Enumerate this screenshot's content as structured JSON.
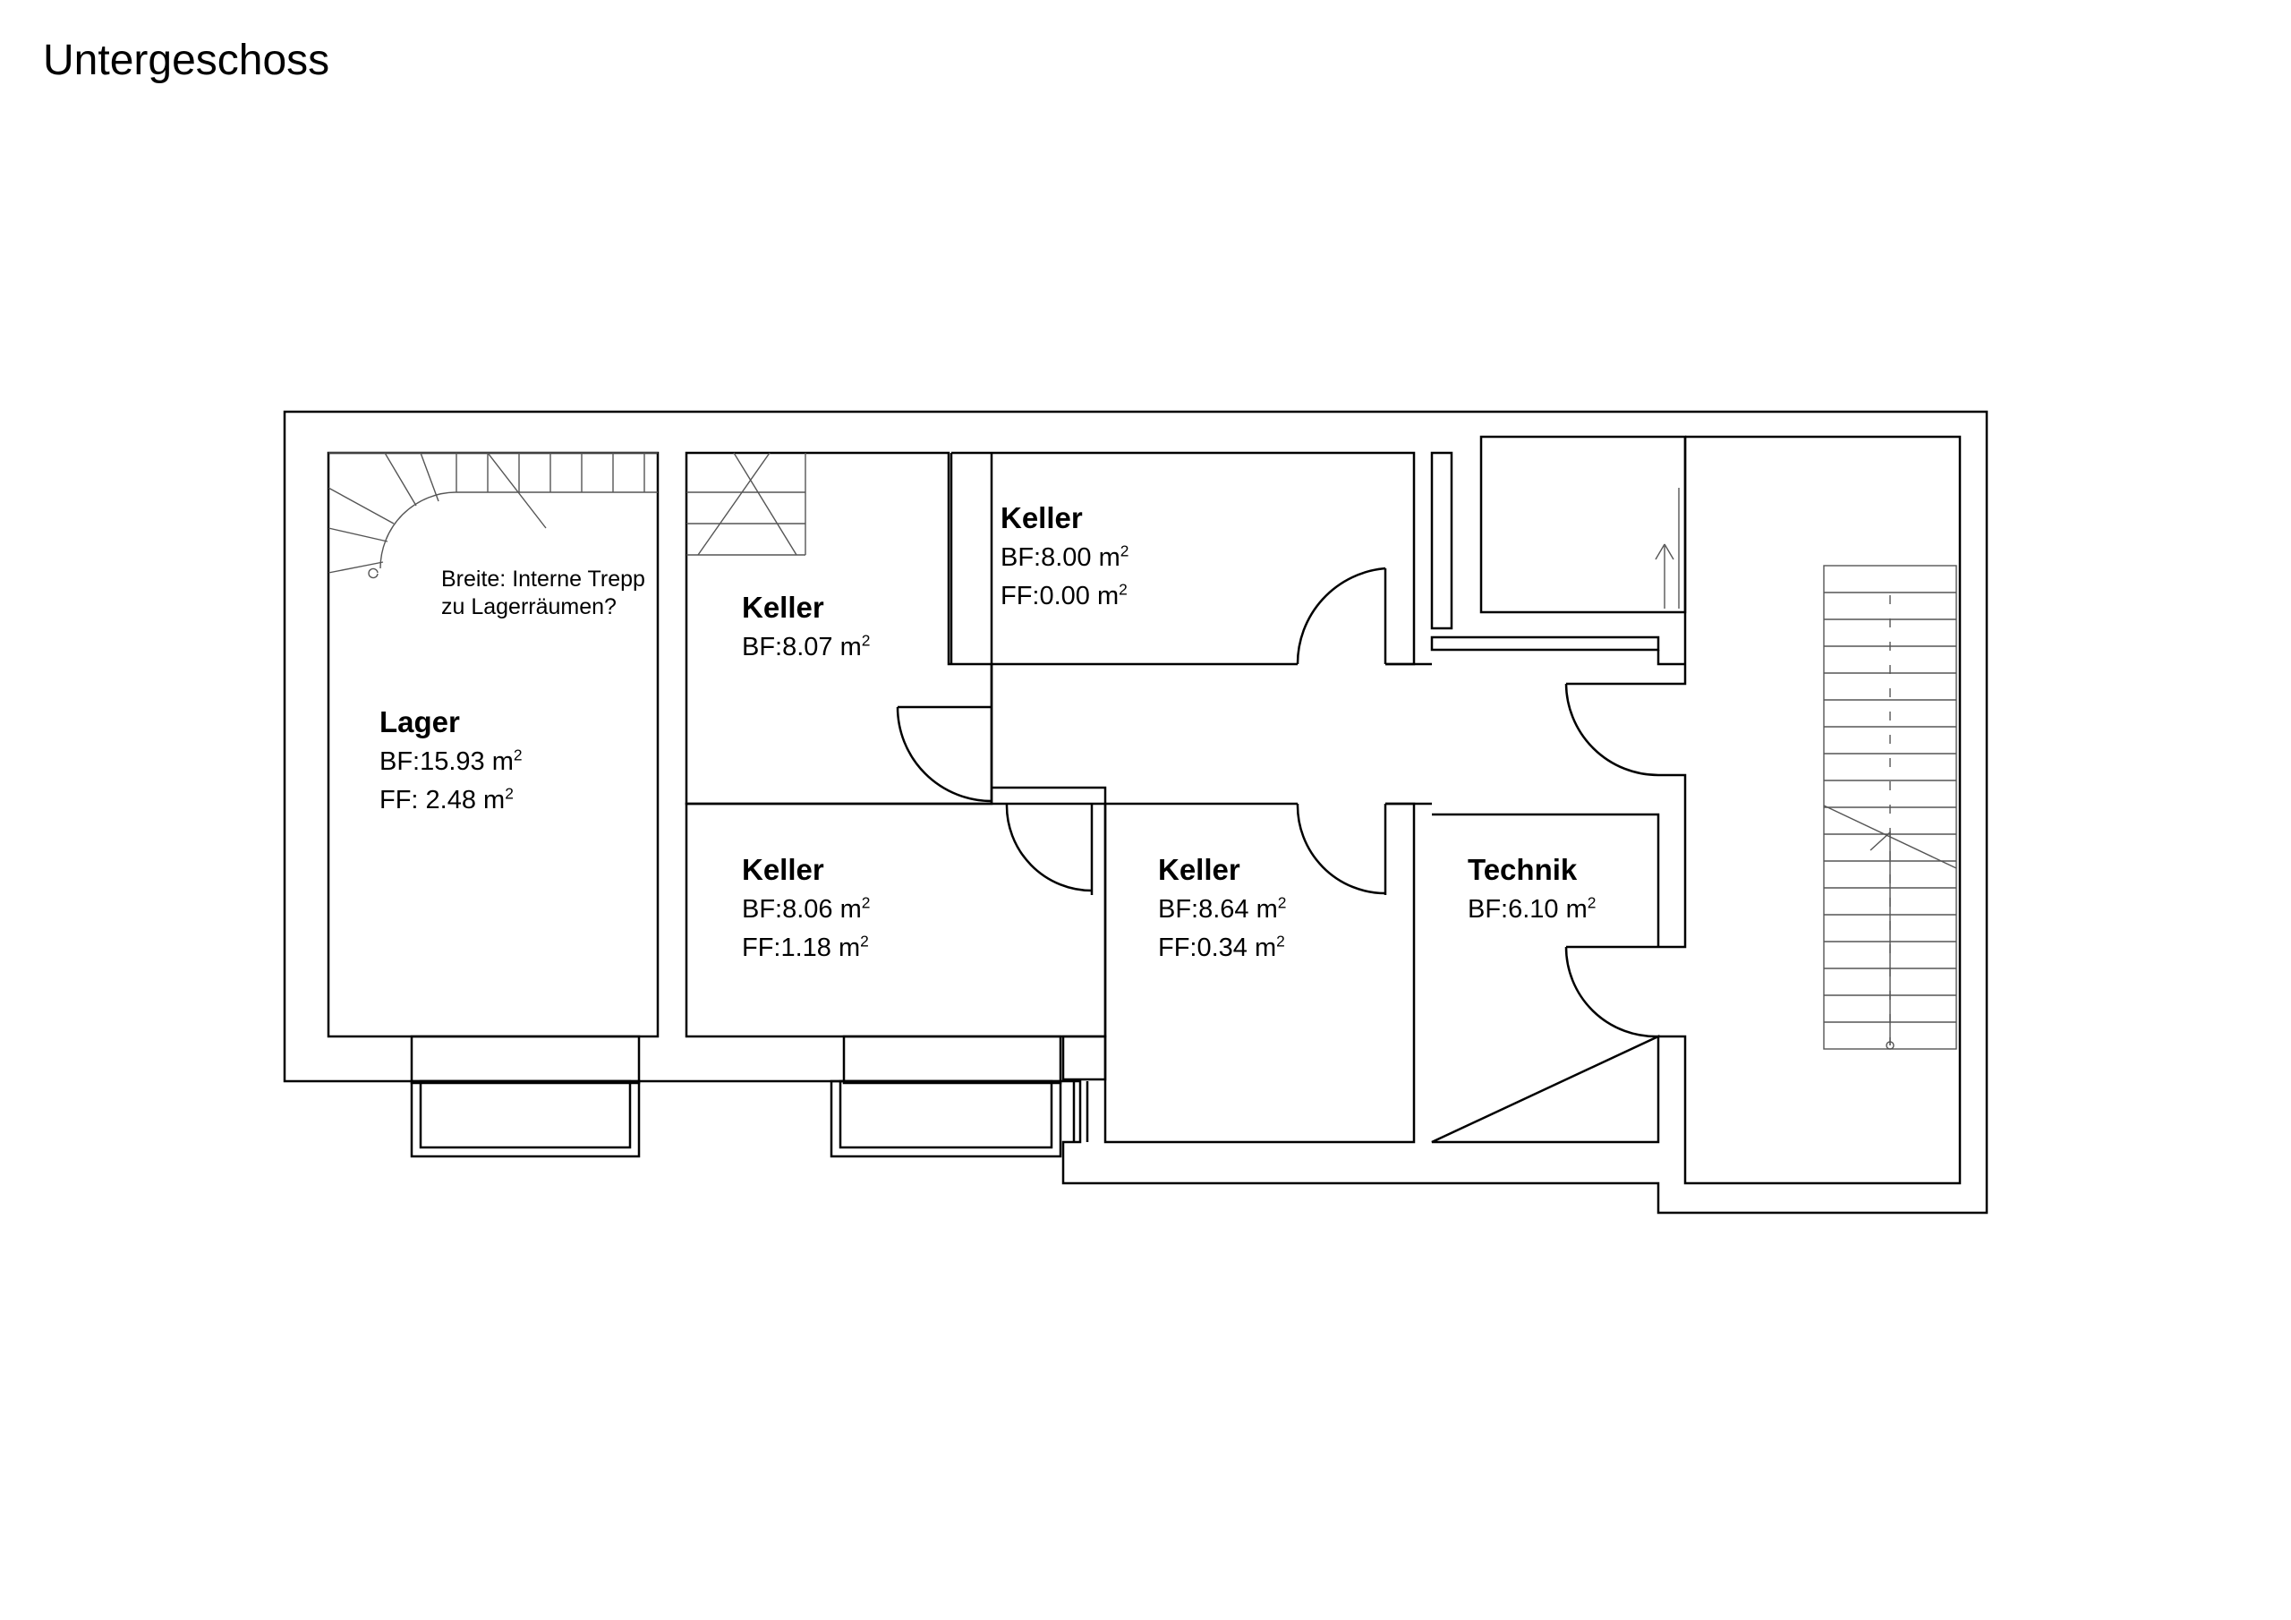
{
  "title": "Untergeschoss",
  "note": {
    "line1": "Breite: Interne Trepp",
    "line2": "zu Lagerräumen?"
  },
  "rooms": [
    {
      "name": "Lager",
      "bf_label": "BF:15.93 m",
      "ff_label": "FF:  2.48 m",
      "unit_exp": "2"
    },
    {
      "name": "Keller",
      "bf_label": "BF:8.07 m",
      "unit_exp": "2"
    },
    {
      "name": "Keller",
      "bf_label": "BF:8.00 m",
      "ff_label": "FF:0.00 m",
      "unit_exp": "2"
    },
    {
      "name": "Keller",
      "bf_label": "BF:8.06 m",
      "ff_label": "FF:1.18 m",
      "unit_exp": "2"
    },
    {
      "name": "Keller",
      "bf_label": "BF:8.64 m",
      "ff_label": "FF:0.34 m",
      "unit_exp": "2"
    },
    {
      "name": "Technik",
      "bf_label": "BF:6.10 m",
      "unit_exp": "2"
    }
  ],
  "colors": {
    "line": "#000000",
    "background": "#ffffff"
  }
}
